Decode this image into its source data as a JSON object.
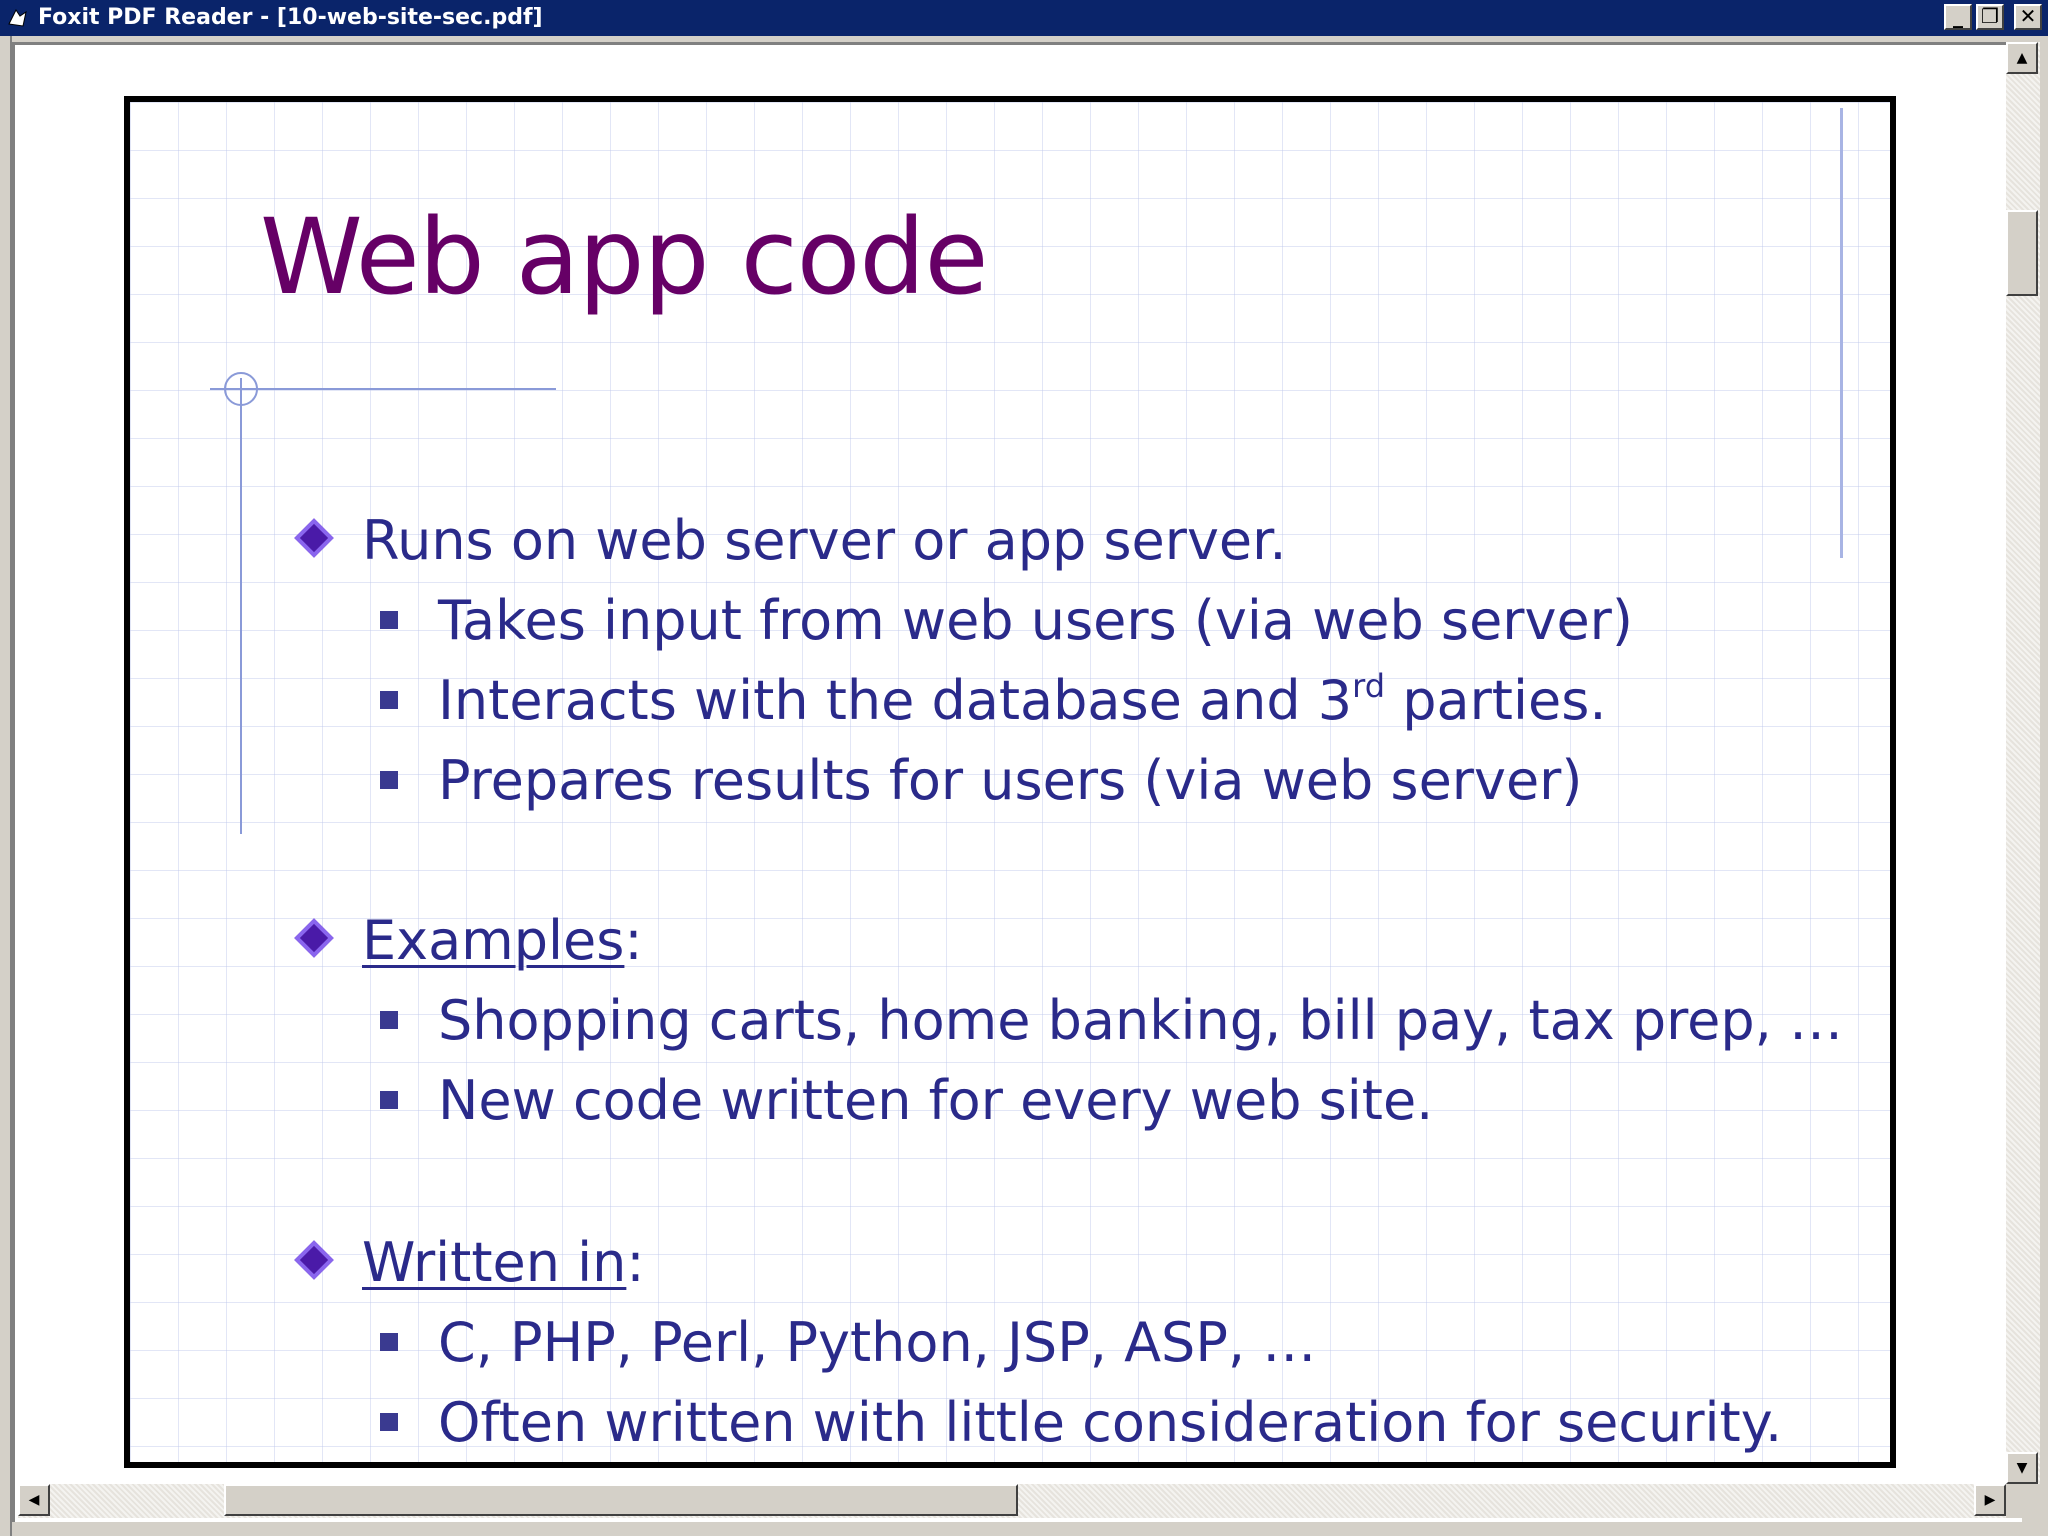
{
  "window": {
    "title": "Foxit PDF Reader - [10-web-site-sec.pdf]",
    "minimize_glyph": "_",
    "maximize_glyph": "❐",
    "close_glyph": "✕"
  },
  "icons": {
    "app": "foxit-app-icon",
    "scroll_up": "triangle-up-icon",
    "scroll_down": "triangle-down-icon",
    "scroll_left": "triangle-left-icon",
    "scroll_right": "triangle-right-icon"
  },
  "scrollbars": {
    "up": "▲",
    "down": "▼",
    "left": "◀",
    "right": "▶"
  },
  "colors": {
    "titlebar": "#0a246a",
    "slide_title": "#660066",
    "body_text": "#2a2a8a",
    "diamond": "#4a1aa8"
  },
  "slide": {
    "title": "Web app code",
    "sections": [
      {
        "heading": "Runs on web server or app server.",
        "heading_underlined": false,
        "heading_suffix": "",
        "items": [
          "Takes input from web users (via web server)",
          "Interacts with the database and 3",
          "Prepares results for users (via web server)"
        ],
        "item2_sup": "rd",
        "item2_tail": " parties."
      },
      {
        "heading": "Examples",
        "heading_underlined": true,
        "heading_suffix": ":",
        "items": [
          "Shopping carts,  home banking,  bill pay,  tax prep, …",
          "New code written for every web site."
        ]
      },
      {
        "heading": "Written in",
        "heading_underlined": true,
        "heading_suffix": ":",
        "items": [
          "C, PHP, Perl, Python, JSP, ASP,  …",
          "Often written with little consideration for security."
        ]
      }
    ]
  }
}
